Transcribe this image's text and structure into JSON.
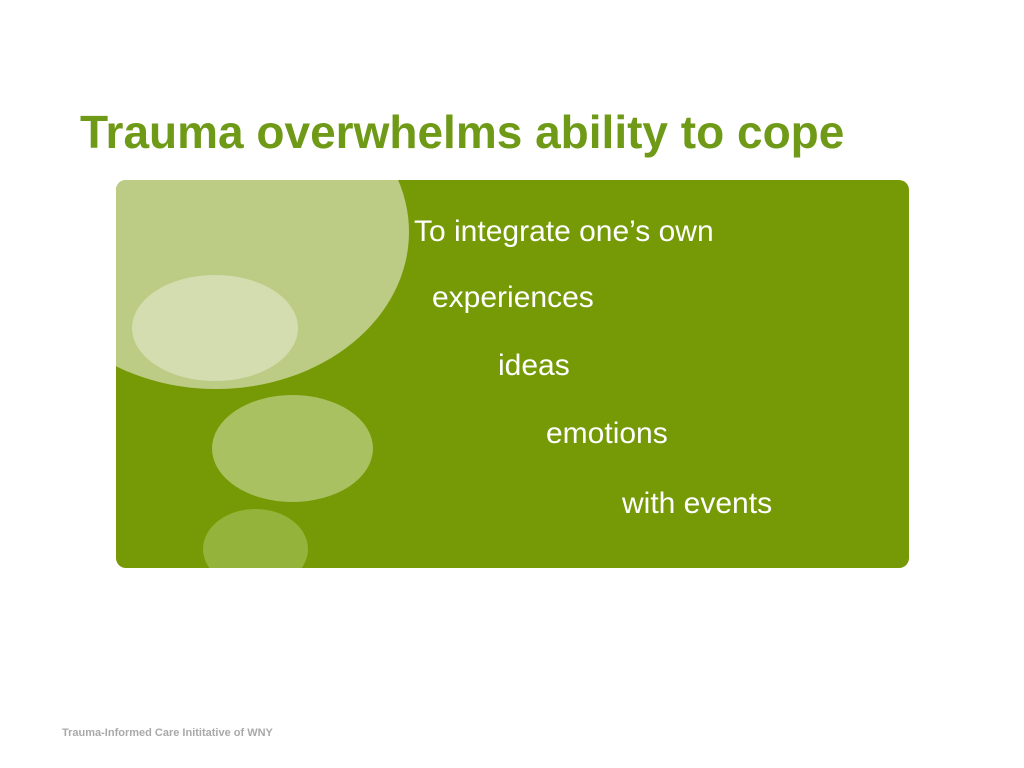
{
  "slide": {
    "title": "Trauma overwhelms ability to cope",
    "body_lines": [
      "To integrate one’s own",
      "experiences",
      "ideas",
      "emotions",
      "with events"
    ],
    "footer": "Trauma-Informed Care Inititative of WNY"
  },
  "colors": {
    "title": "#6f9a17",
    "panel": "#759a05",
    "body_text": "#ffffff",
    "footer": "#a9a9a9"
  }
}
